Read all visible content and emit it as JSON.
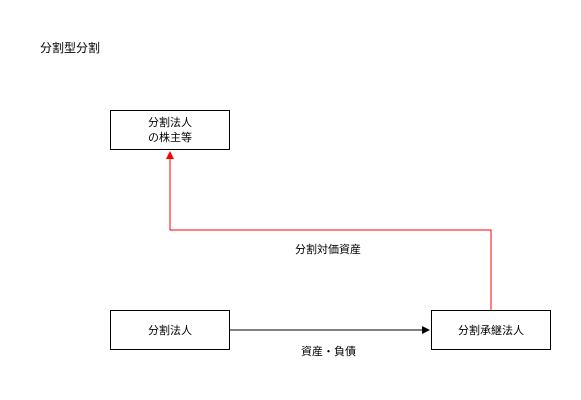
{
  "diagram": {
    "title": "分割型分割",
    "nodes": {
      "shareholders": {
        "line1": "分割法人",
        "line2": "の株主等"
      },
      "splitting_company": {
        "label": "分割法人"
      },
      "successor_company": {
        "label": "分割承継法人"
      }
    },
    "edges": {
      "assets_transfer": {
        "label": "資産・負債",
        "color": "#000000"
      },
      "consideration": {
        "label": "分割対価資産",
        "color": "#ff0000"
      }
    }
  }
}
